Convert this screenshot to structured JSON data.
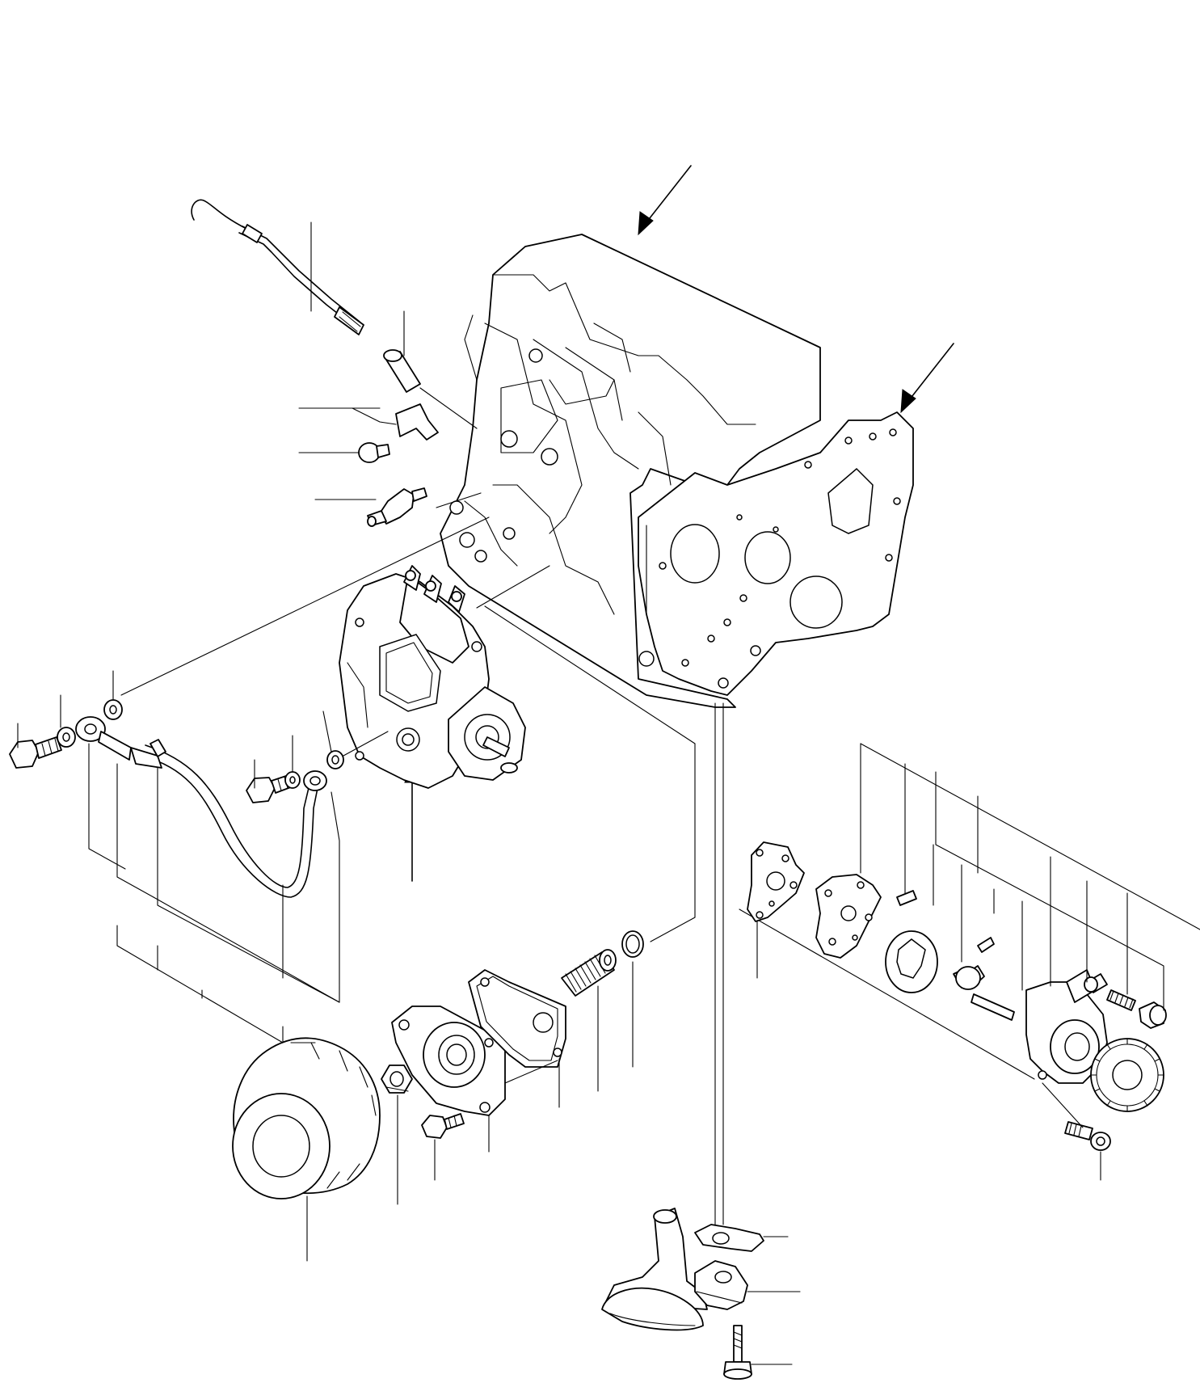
{
  "diagram": {
    "type": "exploded parts view (no visible text labels)",
    "components": [
      "engine-block",
      "gear-case-plate",
      "dipstick",
      "dipstick-guide-tube",
      "bracket",
      "drain-plug",
      "oil-pressure-switch",
      "fuel-injection-pump",
      "oil-pipe-assembly",
      "eye-bolt",
      "washer",
      "oil-filter-cartridge",
      "nut",
      "filter-bracket",
      "gasket",
      "relief-valve-spring",
      "o-ring",
      "oil-pump-gasket",
      "oil-pump-cover",
      "oil-pump-rotor",
      "oil-pump-body",
      "oil-pump-gear",
      "relief-valve-plug",
      "bolt",
      "oil-strainer",
      "strainer-gasket",
      "strainer-bracket",
      "strainer-bolt"
    ],
    "colors": {
      "line": "#000000",
      "background": "#ffffff"
    }
  }
}
